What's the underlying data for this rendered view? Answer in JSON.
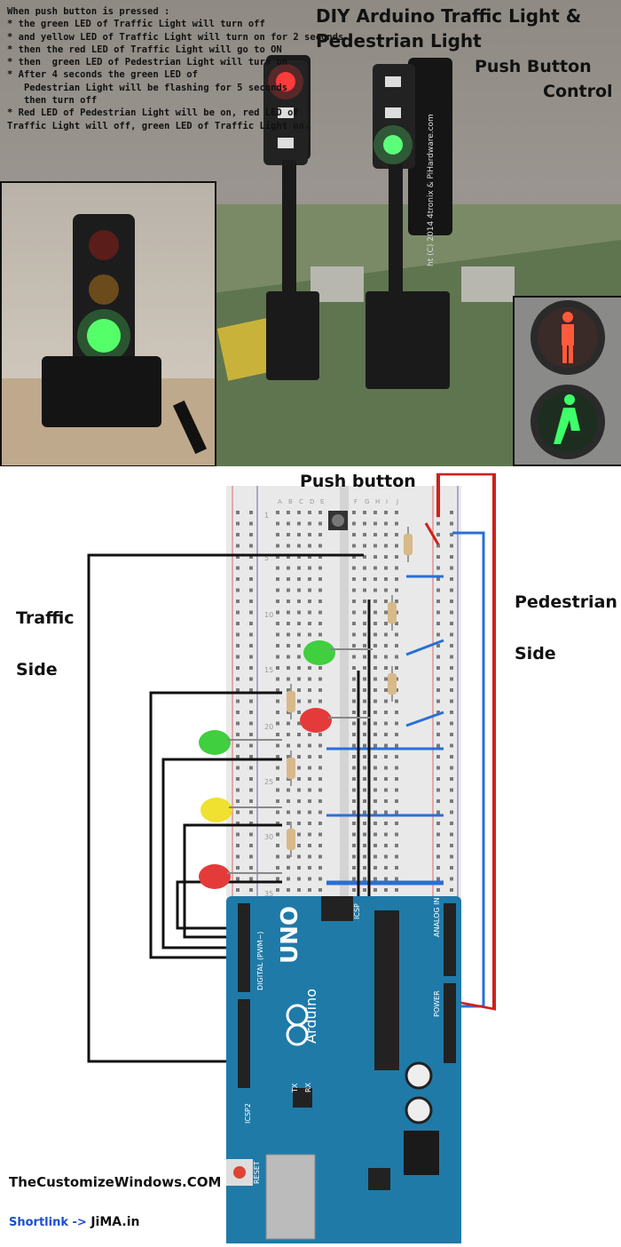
{
  "header": {
    "title_line1": "DIY Arduino Traffic Light &",
    "title_line2": "Pedestrian Light",
    "subtitle_line1": "Push Button",
    "subtitle_line2": "Control"
  },
  "steps": [
    "When push button is pressed :",
    "* the green LED of Traffic Light will turn off",
    "* and yellow LED of Traffic Light will turn on for 2 seconds",
    "* then the red LED of Traffic Light will go to ON",
    "* then  green LED of Pedestrian Light will turn on",
    "* After 4 seconds the green LED of",
    "   Pedestrian Light will be flashing for 5 seconds",
    "   then turn off",
    "* Red LED of Pedestrian Light will be on, red LED of",
    "Traffic Light will off, green LED of Traffic Light on."
  ],
  "pcb_text": "ht (C) 2014 4tronix & PiHardware.com",
  "diagram": {
    "push_button_label": "Push button",
    "traffic_side_line1": "Traffic",
    "traffic_side_line2": "Side",
    "pedestrian_side_line1": "Pedestrian",
    "pedestrian_side_line2": "Side",
    "board_model": "UNO",
    "board_brand": "Arduino",
    "icsp_label": "ICSP",
    "icsp2_label": "ICSP2",
    "reset_label": "RESET",
    "analog_label": "ANALOG IN",
    "power_label": "POWER",
    "digital_label": "DIGITAL (PWM~)",
    "pin_labels": [
      "TX",
      "RX"
    ],
    "row_numbers": [
      "1",
      "5",
      "10",
      "15",
      "20",
      "25",
      "30",
      "35"
    ],
    "column_letters": [
      "A",
      "B",
      "C",
      "D",
      "E",
      "F",
      "G",
      "H",
      "I",
      "J"
    ]
  },
  "footer": {
    "site": "TheCustomizeWindows.COM",
    "shortlink_label": "Shortlink ->",
    "shortlink_value": "JiMA.in"
  },
  "colors": {
    "wire_black": "#111111",
    "wire_red": "#d0201a",
    "wire_blue": "#2a6fd6",
    "arduino": "#1f7aa8",
    "led_green": "#3fcf3f",
    "led_red": "#e53a3a",
    "led_yellow": "#f0e030"
  }
}
